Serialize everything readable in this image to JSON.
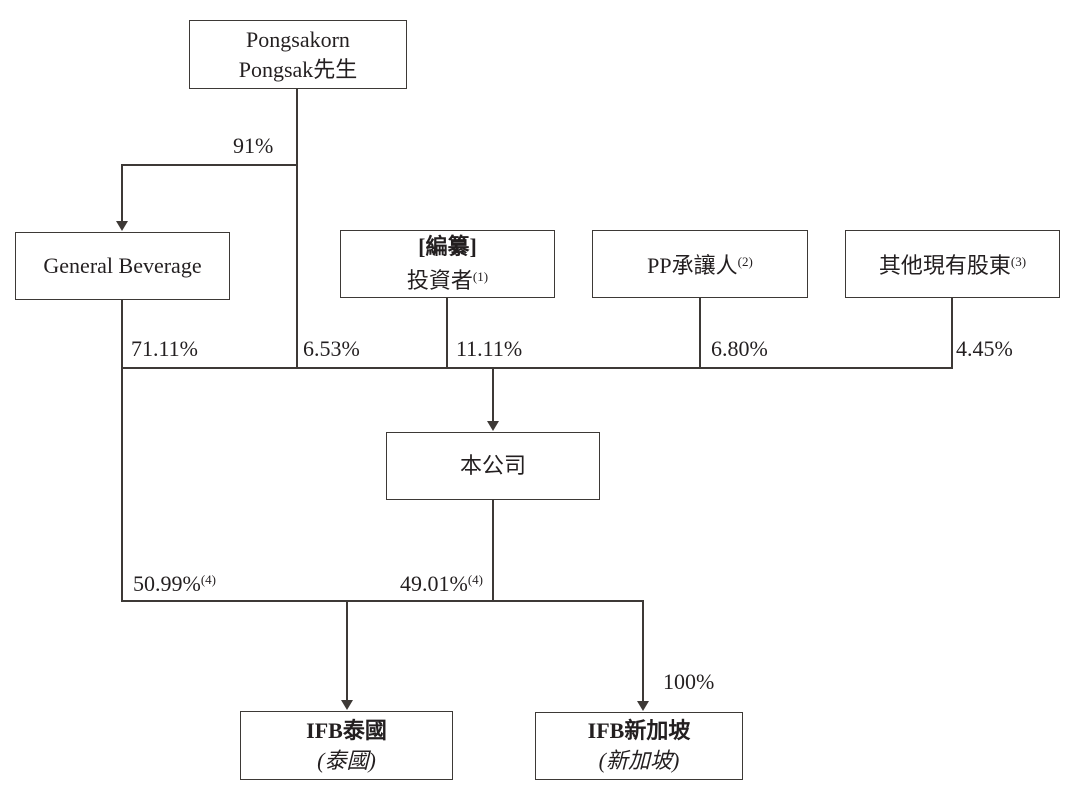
{
  "diagram": {
    "title": "shareholding-structure-chart",
    "nodes": {
      "pongsakorn": {
        "line1": "Pongsakorn",
        "line2": "Pongsak先生"
      },
      "general_beverage": {
        "line1": "General Beverage"
      },
      "investors": {
        "line1": "[編纂]",
        "line2": "投資者",
        "line2_sup": "(1)"
      },
      "pp_transferees": {
        "line1": "PP承讓人",
        "line1_sup": "(2)"
      },
      "other_shareholders": {
        "line1": "其他現有股東",
        "line1_sup": "(3)"
      },
      "company": {
        "line1": "本公司"
      },
      "ifb_thailand": {
        "line1": "IFB泰國",
        "line2": "(泰國)"
      },
      "ifb_singapore": {
        "line1": "IFB新加坡",
        "line2": "(新加坡)"
      }
    },
    "ownership": {
      "pongsakorn_to_general_beverage": "91%",
      "general_beverage_to_company": "71.11%",
      "pongsakorn_to_company": "6.53%",
      "investors_to_company": "11.11%",
      "pp_transferees_to_company": "6.80%",
      "other_shareholders_to_company": "4.45%",
      "general_beverage_to_ifb_thailand": "50.99%",
      "general_beverage_to_ifb_thailand_sup": "(4)",
      "company_to_ifb_thailand": "49.01%",
      "company_to_ifb_thailand_sup": "(4)",
      "company_to_ifb_singapore": "100%"
    },
    "colors": {
      "line": "#3d3936",
      "text": "#231f20",
      "background": "#ffffff"
    }
  }
}
